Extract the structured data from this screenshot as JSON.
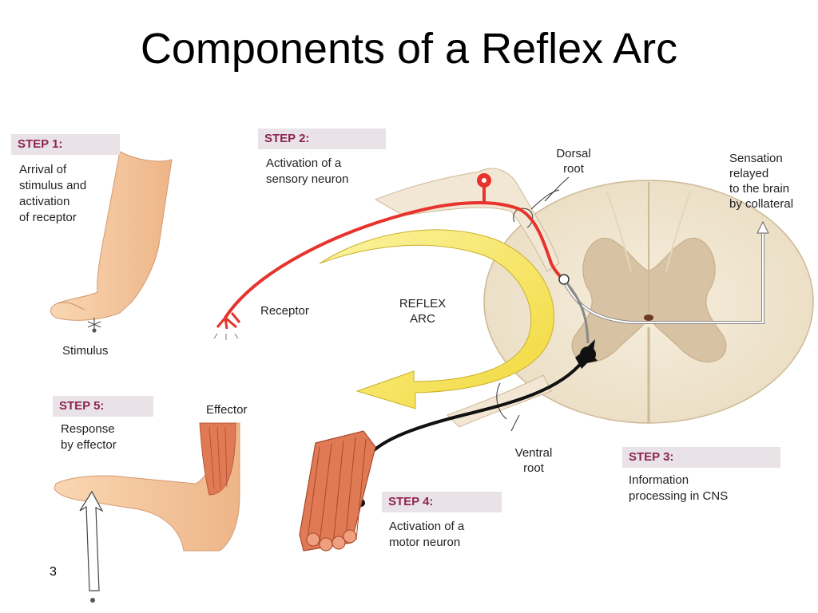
{
  "title": "Components of a Reflex Arc",
  "slide_number": "3",
  "steps": [
    {
      "tag": "STEP 1:",
      "text": "Arrival of\nstimulus and\nactivation\nof receptor"
    },
    {
      "tag": "STEP 2:",
      "text": "Activation of a\nsensory neuron"
    },
    {
      "tag": "STEP 3:",
      "text": "Information\nprocessing in CNS"
    },
    {
      "tag": "STEP 4:",
      "text": "Activation of a\nmotor neuron"
    },
    {
      "tag": "STEP 5:",
      "text": "Response\nby effector"
    }
  ],
  "labels": {
    "stimulus": "Stimulus",
    "receptor": "Receptor",
    "reflex_arc": "REFLEX\nARC",
    "dorsal_root": "Dorsal\nroot",
    "ventral_root": "Ventral\nroot",
    "sensation": "Sensation\nrelayed\nto the brain\nby collateral",
    "effector": "Effector"
  },
  "colors": {
    "step_tag_bg": "#e9e2e6",
    "step_tag_text": "#8e2450",
    "sensory_neuron": "#e8322c",
    "motor_neuron": "#111111",
    "reflex_arrow": "#f6e24a",
    "spinal_cord": "#f1e6d2",
    "gray_matter": "#d8c2a4",
    "skin": "#f7c89c",
    "muscle": "#e07a55"
  }
}
